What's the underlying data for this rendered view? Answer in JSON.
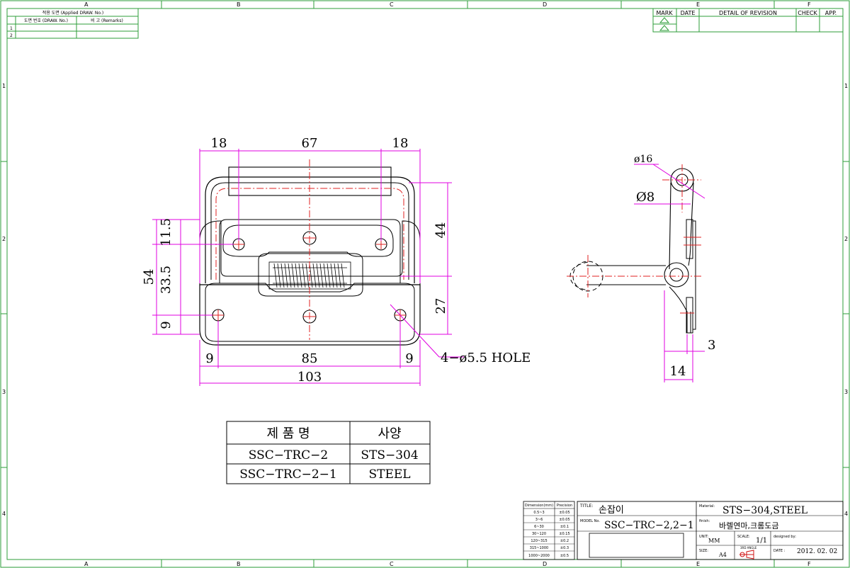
{
  "border": {
    "columns_top": [
      "A",
      "B",
      "C",
      "D",
      "E",
      "F"
    ],
    "columns_bottom": [
      "A",
      "B",
      "C",
      "D",
      "E",
      "F"
    ],
    "rows": [
      "1",
      "2",
      "3",
      "4"
    ]
  },
  "applied_table": {
    "header": "적용 도면 (Applied DRAW. No.)",
    "col1": "도면 번호 (DRAW. No.)",
    "col2": "비 고 (Remarks)",
    "rows": [
      "1",
      "2"
    ]
  },
  "revision_table": {
    "mark": "MARK",
    "date": "DATE",
    "detail": "DETAIL OF REVISION",
    "check": "CHECK",
    "app": "APP."
  },
  "dimensions": {
    "top_left": "18",
    "top_mid": "67",
    "top_right": "18",
    "h_44": "44",
    "h_27": "27",
    "v_11_5": "11.5",
    "v_54": "54",
    "v_33_5": "33.5",
    "v_9": "9",
    "bot_9_left": "9",
    "bot_85": "85",
    "bot_9_right": "9",
    "bot_103": "103",
    "hole_note": "4−ø5.5 HOLE",
    "side_d16": "ø16",
    "side_d8": "Ø8",
    "side_3": "3",
    "side_14": "14"
  },
  "spec_table": {
    "head_name": "제 품 명",
    "head_spec": "사양",
    "rows": [
      {
        "name": "SSC−TRC−2",
        "spec": "STS−304"
      },
      {
        "name": "SSC−TRC−2−1",
        "spec": "STEEL"
      }
    ]
  },
  "tolerance_table": {
    "h1": "Dimension(mm)",
    "h2": "Precision",
    "rows": [
      [
        "0.5~3",
        "±0.05"
      ],
      [
        "3~6",
        "±0.05"
      ],
      [
        "6~30",
        "±0.1"
      ],
      [
        "30~120",
        "±0.15"
      ],
      [
        "120~315",
        "±0.2"
      ],
      [
        "315~1000",
        "±0.3"
      ],
      [
        "1000~2000",
        "±0.5"
      ]
    ]
  },
  "title_block": {
    "title_label": "TITLE:",
    "title": "손잡이",
    "model_label": "MODEL No.",
    "model": "SSC−TRC−2,2−1",
    "material_label": "Material:",
    "material": "STS−304,STEEL",
    "finish_label": "finish:",
    "finish": "바렐연마,크롬도금",
    "unit_label": "UNIT:",
    "unit": "MM",
    "scale_label": "SCALE:",
    "scale": "1/1",
    "designed_label": "designed by:",
    "size_label": "SIZE:",
    "size": "A4",
    "date_label": "DATE :",
    "date": "2012. 02. 02",
    "proj_label": "3RD ANGLE"
  }
}
